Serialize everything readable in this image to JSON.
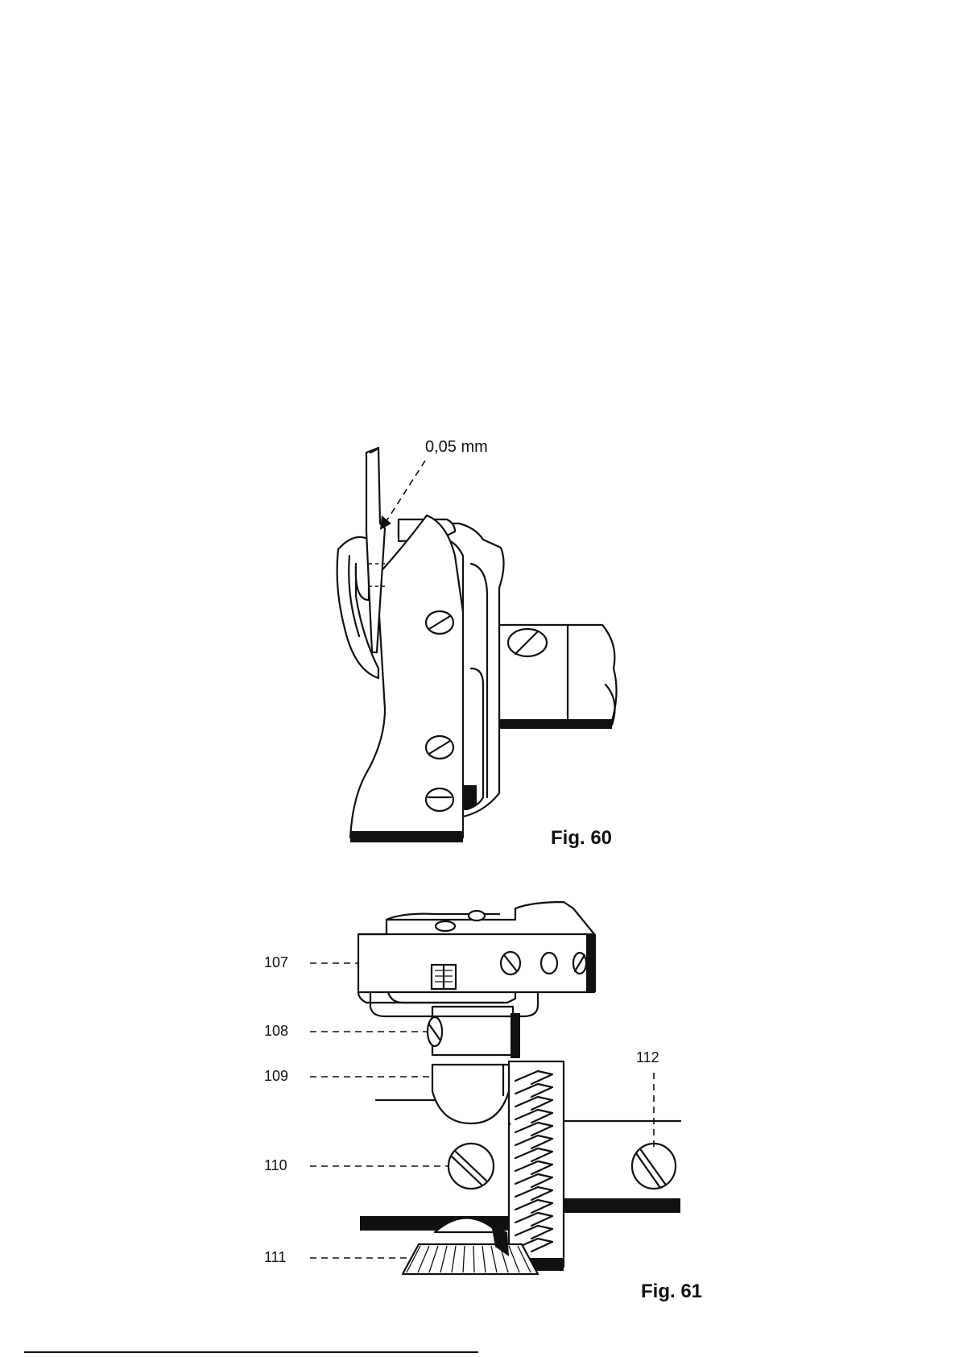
{
  "figures": [
    {
      "caption": "Fig. 60",
      "annotation": "0,05 mm"
    },
    {
      "caption": "Fig. 61",
      "callouts": [
        "107",
        "108",
        "109",
        "110",
        "111",
        "112"
      ]
    }
  ]
}
